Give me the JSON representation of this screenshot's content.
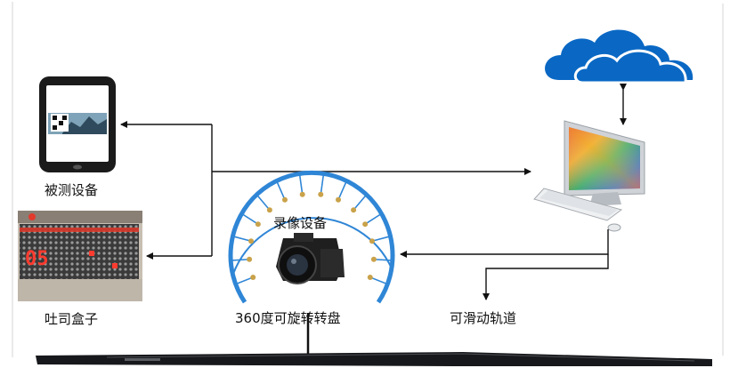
{
  "labels": {
    "device_under_test": "被测设备",
    "toast_box": "吐司盒子",
    "recording_device": "录像设备",
    "turntable": "360度可旋转转盘",
    "slide_rail": "可滑动轨道"
  },
  "led_display_text": "05",
  "icons": {
    "cloud": "cloud-icon",
    "computer": "desktop-computer-icon",
    "phone": "smartphone-icon",
    "camera": "camera-icon",
    "led_box": "led-box-icon",
    "turntable": "turntable-ring-icon",
    "rail": "rail-track-icon"
  },
  "colors": {
    "cloud": "#0a68c4",
    "ring": "#2f86d6",
    "led": "#ff3b2f",
    "arrow": "#111111"
  }
}
